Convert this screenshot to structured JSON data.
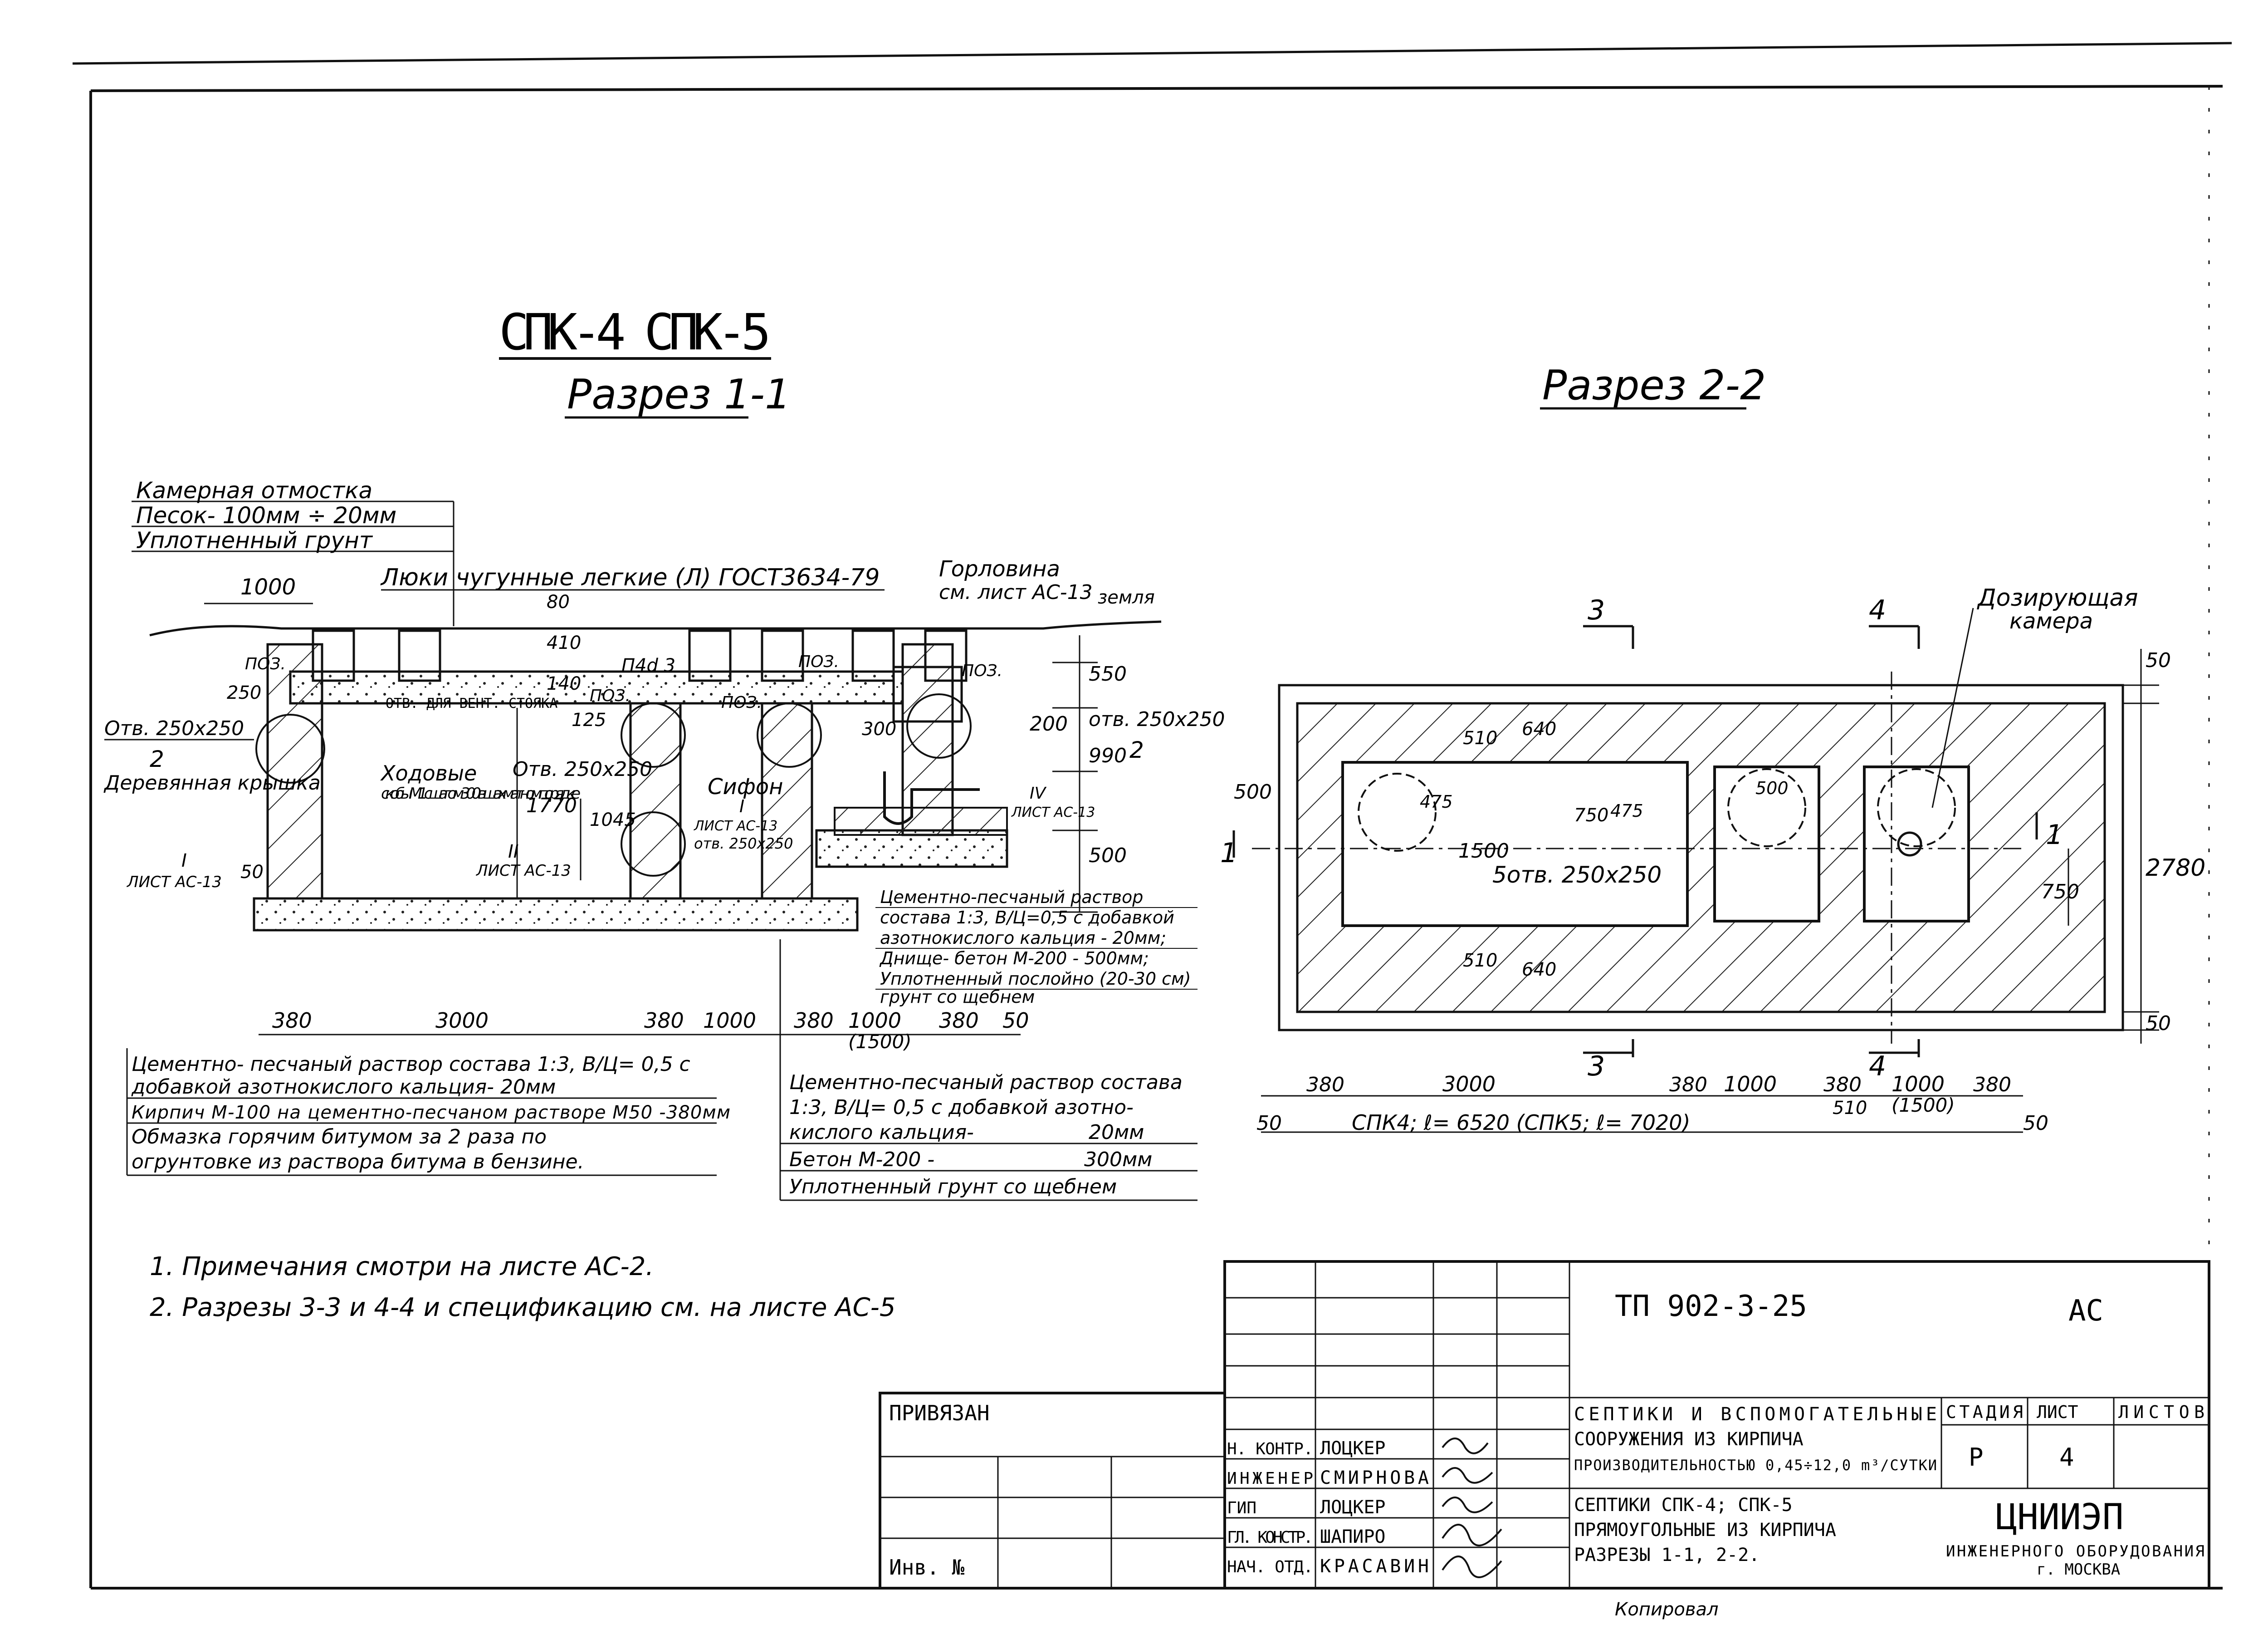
{
  "drawing": {
    "title": "СПК-4  СПК-5",
    "section11_title": "Разрез 1-1",
    "section22_title": "Разрез 2-2"
  },
  "section11": {
    "ground_layers": [
      "Камерная отмостка",
      "Песок- 100мм ÷ 20мм",
      "Уплотненный грунт"
    ],
    "hatches_label": "Люки чугунные легкие (Л) ГОСТ3634-79",
    "neck_label": "Горловина",
    "neck_ref": "см. лист АС-13",
    "ground_label": "земля",
    "dim_top_1000": "1000",
    "dim_80": "80",
    "dim_410": "410",
    "dim_140": "140",
    "dim_pnp": "П4d 3",
    "dim_125": "125",
    "dim_550": "550",
    "dim_200": "200",
    "dim_990": "990",
    "dim_1770": "1770",
    "dim_1045": "1045",
    "dim_300": "300",
    "dim_500": "500",
    "dim_250": "250",
    "dim_50": "50",
    "poz": "ПОЗ.",
    "hole_left": "Отв. 250х250",
    "hole_right": "отв. 250х250",
    "hole_mid": "Отв. 250х250",
    "vent_label": "ОТВ. ДЛЯ ВЕНТ. СТОЯКА",
    "mark_2": "2",
    "wood_cover": "Деревянная крышка",
    "steps_label": "Ходовые",
    "steps_desc": "скобы М1 с шагом 300 в шахматном порядке",
    "sheet_ref_1": "I",
    "sheet_ref_1b": "ЛИСТ АС-13",
    "sheet_ref_2": "II",
    "sheet_ref_2b": "ЛИСТ АС-13",
    "siphon": "Сифон",
    "siphon_ref": "I",
    "siphon_ref_b": "ЛИСТ АС-13",
    "siphon_hole": "отв. 250х250",
    "iv_ref": "IV",
    "iv_ref_b": "ЛИСТ АС-13",
    "right_note": [
      "Цементно-песчаный раствор",
      "состава 1:3, В/Ц=0,5 с добавкой",
      "азотнокислого кальция - 20мм;",
      "Днище- бетон М-200 - 500мм;",
      "Уплотненный послойно (20-30 см)",
      "грунт со щебнем"
    ],
    "dims_bottom": [
      "380",
      "3000",
      "380",
      "1000",
      "380",
      "1000",
      "(1500)",
      "380",
      "50"
    ],
    "notes_left": [
      "Цементно- песчаный раствор состава 1:3, В/Ц= 0,5 с",
      "добавкой азотнокислого кальция- 20мм",
      "Кирпич М-100 на цементно-песчаном растворе М50 -380мм",
      "Обмазка горячим битумом за 2 раза по",
      "огрунтовке из раствора битума в бензине."
    ],
    "notes_mid": [
      "Цементно-песчаный раствор состава",
      "1:3, В/Ц= 0,5 с добавкой азотно-",
      "кислого кальция-",
      "20мм",
      "Бетон М-200 -",
      "300мм",
      "Уплотненный грунт со щебнем"
    ]
  },
  "section22": {
    "mark_3": "3",
    "mark_4": "4",
    "mark_1": "1",
    "dosing": "Дозирующая",
    "dosing_b": "камера",
    "dim_50": "50",
    "dim_2780": "2780",
    "dim_750": "750",
    "dim_500": "500",
    "dim_510": "510",
    "dim_640": "640",
    "dim_1500": "1500",
    "dim_475": "475",
    "dim_750b": "750",
    "dim_475b": "475",
    "dim_500b": "500",
    "holes": "5отв. 250х250",
    "dims_bottom": [
      "380",
      "3000",
      "380",
      "1000",
      "380",
      "510",
      "1000",
      "(1500)",
      "380"
    ],
    "dim_50_l": "50",
    "dim_50_r": "50",
    "length_label": "СПК4;  ℓ= 6520 (СПК5;  ℓ= 7020)"
  },
  "footnotes": [
    "1.  Примечания смотри на листе АС-2.",
    "2. Разрезы 3-3 и 4-4 и спецификацию см. на листе АС-5"
  ],
  "title_block": {
    "project_code": "ТП 902-3-25",
    "mark": "АС",
    "bound_label": "ПРИВЯЗАН",
    "inv_label": "Инв. №",
    "roles": [
      "Н. КОНТР.",
      "ИНЖЕНЕР",
      "ГИП",
      "ГЛ. КОНСТР.",
      "НАЧ. ОТД."
    ],
    "names": [
      "ЛОЦКЕР",
      "СМИРНОВА",
      "ЛОЦКЕР",
      "ШАПИРО",
      "КРАСАВИН"
    ],
    "desc1": [
      "СЕПТИКИ И ВСПОМОГАТЕЛЬНЫЕ",
      "СООРУЖЕНИЯ ИЗ КИРПИЧА",
      "ПРОИЗВОДИТЕЛЬНОСТЬЮ 0,45÷12,0 m³/СУТКИ"
    ],
    "desc2": [
      "СЕПТИКИ СПК-4;  СПК-5",
      "ПРЯМОУГОЛЬНЫЕ ИЗ КИРПИЧА",
      "РАЗРЕЗЫ 1-1, 2-2."
    ],
    "stage_h": "СТАДИЯ",
    "sheet_h": "ЛИСТ",
    "sheets_h": "ЛИСТОВ",
    "stage_v": "Р",
    "sheet_v": "4",
    "org": "ЦНИИЭП",
    "org_sub": "ИНЖЕНЕРНОГО ОБОРУДОВАНИЯ",
    "org_city": "г. МОСКВА",
    "copy_line": "Копировал"
  }
}
